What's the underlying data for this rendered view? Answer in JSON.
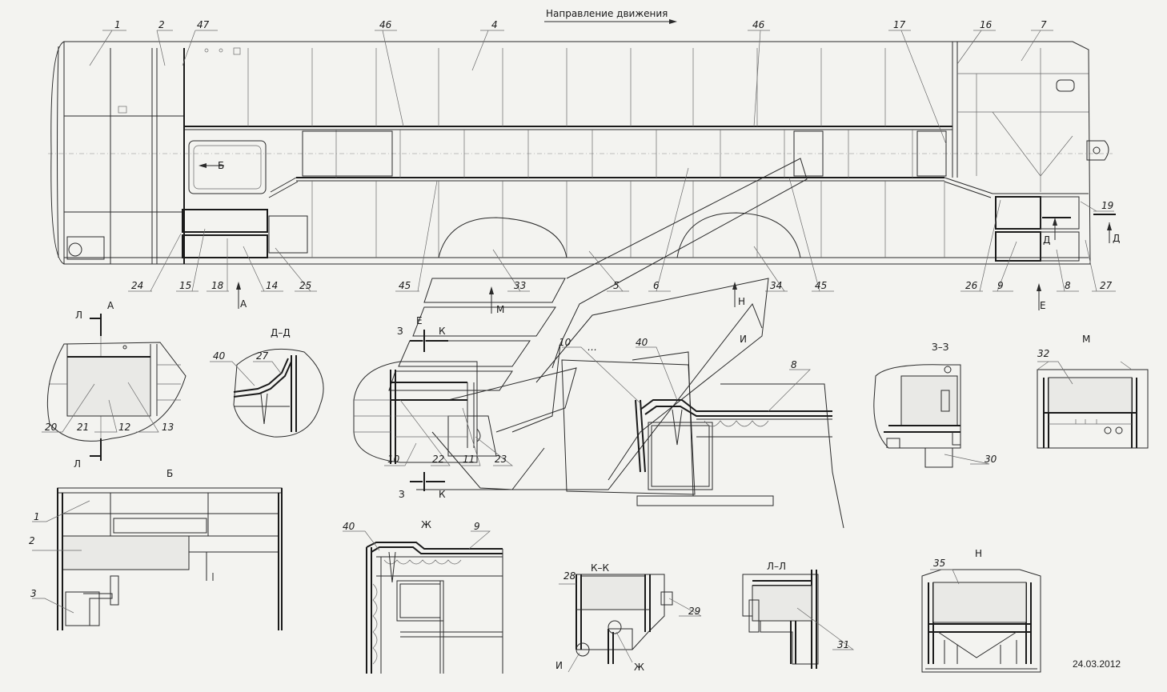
{
  "title": "Направление движения",
  "date": "24.03.2012",
  "main_view_labels": [
    "1",
    "2",
    "47",
    "46",
    "4",
    "46",
    "17",
    "16",
    "7",
    "19",
    "Д",
    "27",
    "8",
    "Д",
    "9",
    "26",
    "Е",
    "45",
    "34",
    "Н",
    "6",
    "5",
    "33",
    "М",
    "45",
    "25",
    "14",
    "18",
    "15",
    "24",
    "А",
    "Б"
  ],
  "section_titles": {
    "a": "А",
    "l1": "Л",
    "l2": "Л",
    "dd": "Д–Д",
    "b": "Б",
    "z1": "З",
    "e": "Е",
    "k1": "К",
    "z2": "З",
    "k2": "К",
    "i_node": "И",
    "zz": "З–З",
    "m": "М",
    "zh": "Ж",
    "kk": "К–К",
    "ll": "Л–Л",
    "n": "Н"
  },
  "callouts": {
    "a": [
      "20",
      "21",
      "12",
      "13"
    ],
    "dd": [
      "40",
      "27"
    ],
    "b": [
      "1",
      "2",
      "3"
    ],
    "ek": [
      "10",
      "22",
      "11",
      "23"
    ],
    "i": [
      "10",
      "40",
      "8"
    ],
    "i_dots": "…",
    "zz": [
      "30"
    ],
    "m": [
      "32"
    ],
    "zh": [
      "40",
      "9"
    ],
    "kk": [
      "28",
      "29",
      "И",
      "Ж"
    ],
    "ll": [
      "31"
    ],
    "n": [
      "35"
    ]
  }
}
